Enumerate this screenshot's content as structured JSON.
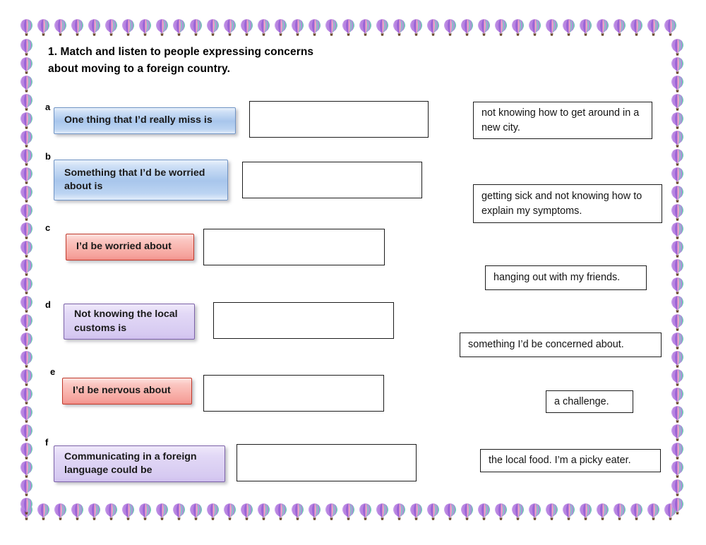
{
  "page": {
    "title": "Match and listen to people expressing concerns",
    "background_color": "#ffffff",
    "border_icon": "hot-air-balloon-icon"
  },
  "instruction": {
    "number": "1.",
    "line1": "1.  Match and listen to people expressing concerns",
    "line2": "about moving to a foreign country."
  },
  "prompts": [
    {
      "letter": "a",
      "text": "One thing that I’d really miss is",
      "color": "blue",
      "accent": "#a8c6ec",
      "border_color": "#6f93c4"
    },
    {
      "letter": "b",
      "text": "Something that I’d be worried about is",
      "color": "blue",
      "accent": "#a8c6ec",
      "border_color": "#6f93c4"
    },
    {
      "letter": "c",
      "text": "I’d be worried about",
      "color": "pink",
      "accent": "#f8b0a9",
      "border_color": "#c0392b"
    },
    {
      "letter": "d",
      "text": "Not knowing the local customs is",
      "color": "purple",
      "accent": "#dbd0f3",
      "border_color": "#7b61a8"
    },
    {
      "letter": "e",
      "text": "I’d be nervous about",
      "color": "pink",
      "accent": "#f8b0a9",
      "border_color": "#c0392b"
    },
    {
      "letter": "f",
      "text": "Communicating in a foreign language could be",
      "color": "purple",
      "accent": "#dbd0f3",
      "border_color": "#7b61a8"
    }
  ],
  "dropzones": [
    {
      "id": "drop-a",
      "value": ""
    },
    {
      "id": "drop-b",
      "value": ""
    },
    {
      "id": "drop-c",
      "value": ""
    },
    {
      "id": "drop-d",
      "value": ""
    },
    {
      "id": "drop-e",
      "value": ""
    },
    {
      "id": "drop-f",
      "value": ""
    }
  ],
  "answers": [
    {
      "text": "not knowing how to get around in a new city."
    },
    {
      "text": "getting sick and not knowing how to explain my symptoms."
    },
    {
      "text": "hanging out with my friends."
    },
    {
      "text": "something I’d be concerned about."
    },
    {
      "text": "a challenge."
    },
    {
      "text": "the local food. I’m a picky eater."
    }
  ]
}
